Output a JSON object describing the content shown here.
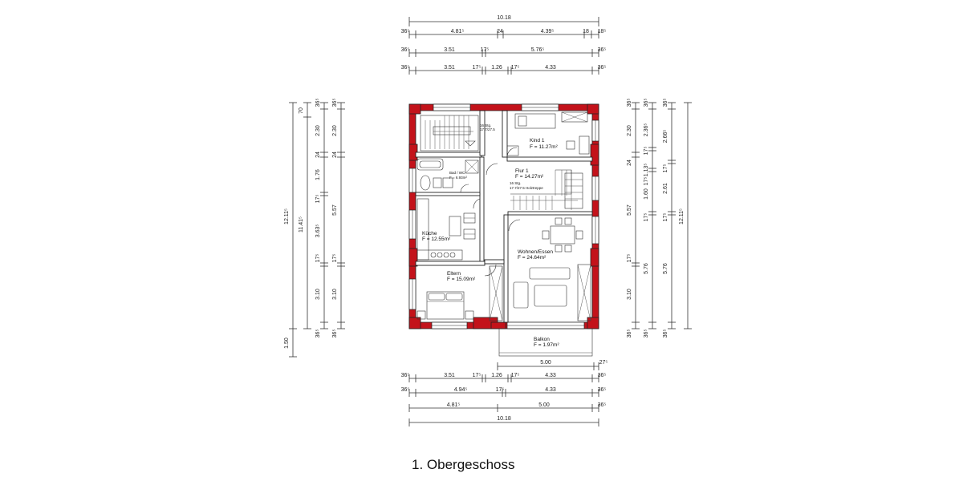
{
  "title": "1. Obergeschoss",
  "dims_top": [
    [
      "10.18"
    ],
    [
      "36⁵",
      "4.81⁵",
      "24",
      "4.39⁵",
      "18",
      "18⁵"
    ],
    [
      "36⁵",
      "3.51",
      "17⁵",
      "5.76⁵",
      "36⁵"
    ],
    [
      "36⁵",
      "3.51",
      "17⁵",
      "1.26",
      "17⁵",
      "4.33",
      "36⁵"
    ]
  ],
  "dims_bottom": [
    [
      "5.00",
      "27⁵"
    ],
    [
      "36⁵",
      "3.51",
      "17⁵",
      "1.26",
      "17⁵",
      "4.33",
      "36⁵"
    ],
    [
      "36⁵",
      "4.94⁵",
      "17⁵",
      "4.33",
      "36⁵"
    ],
    [
      "4.81⁵",
      "5.00",
      "36⁵"
    ],
    [
      "10.18"
    ]
  ],
  "dims_left": [
    [
      "12.11⁵",
      "1.50"
    ],
    [
      "70",
      "11.41⁵"
    ],
    [
      "36⁵",
      "2.30",
      "24",
      "1.76",
      "17⁵",
      "3.63⁵",
      "17⁵",
      "3.10",
      "36⁵"
    ],
    [
      "36⁵",
      "2.30",
      "24",
      "5.57",
      "17⁵",
      "3.10",
      "36⁵"
    ]
  ],
  "dims_right": [
    [
      "36⁵",
      "2.30",
      "24",
      "5.57",
      "17⁵",
      "3.10",
      "36⁵"
    ],
    [
      "36⁵",
      "2.36⁵",
      "17⁵",
      "1.13⁵",
      "17⁵",
      "1.60",
      "17⁵",
      "5.76",
      "36⁵"
    ],
    [
      "36⁵",
      "2.66⁵",
      "17⁵",
      "2.61",
      "17⁵",
      "5.76",
      "36⁵"
    ],
    [
      "12.11⁵"
    ]
  ],
  "rooms": {
    "stair": {
      "line1": "16 Stg.",
      "line2": "17.7/27.5"
    },
    "kind": {
      "name": "Kind 1",
      "area": "F = 11.27m²"
    },
    "bad": {
      "name": "Bad / WC",
      "area": "F = 6.93m²"
    },
    "flur": {
      "name": "Flur 1",
      "area": "F = 14.27m²",
      "note1": "16 Stg.",
      "note2": "17.7/27.5 Holztreppe"
    },
    "kueche": {
      "name": "Küche",
      "area": "F = 12.55m²"
    },
    "wohnen": {
      "name": "Wohnen/Essen",
      "area": "F = 24.64m²"
    },
    "eltern": {
      "name": "Eltern",
      "area": "F = 15.09m²"
    },
    "balkon": {
      "name": "Balkon",
      "area": "F = 1.97m²"
    }
  },
  "colors": {
    "wall": "#c3121a",
    "line": "#333333"
  }
}
